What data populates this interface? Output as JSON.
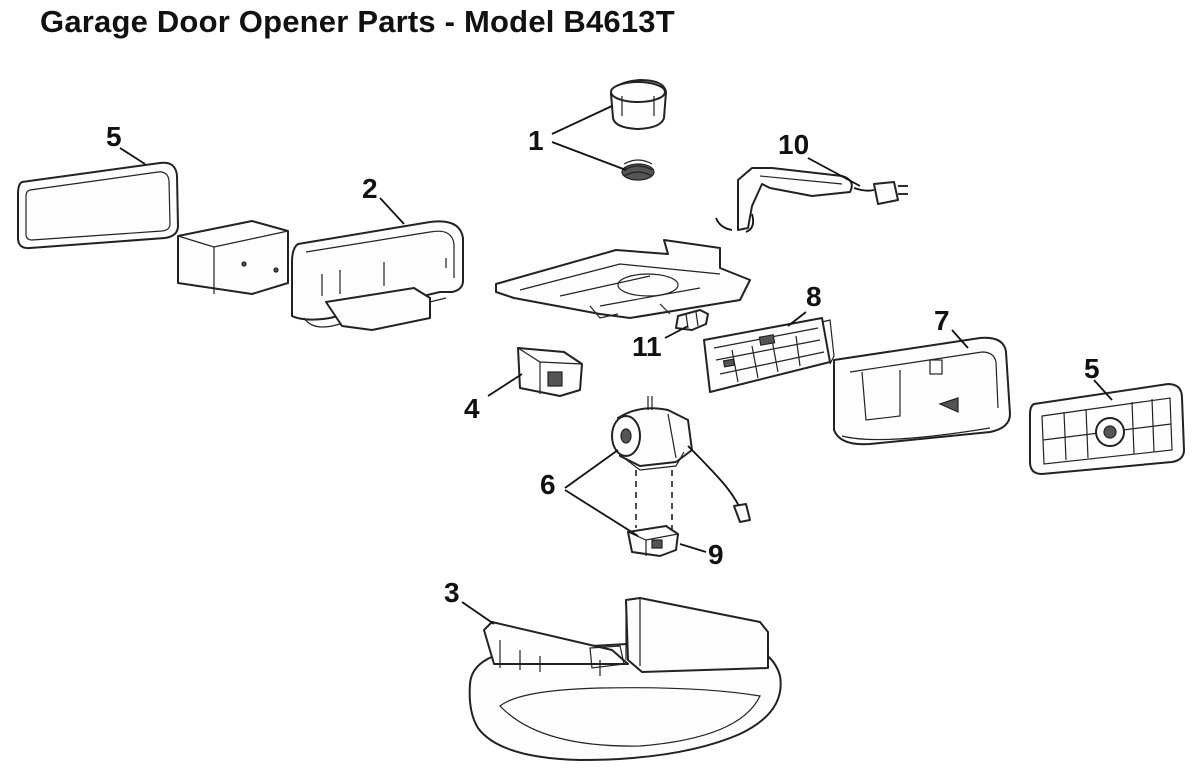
{
  "title": "Garage Door Opener Parts - Model B4613T",
  "callouts": {
    "c1": "1",
    "c2": "2",
    "c3": "3",
    "c4": "4",
    "c5a": "5",
    "c5b": "5",
    "c6": "6",
    "c7": "7",
    "c8": "8",
    "c9": "9",
    "c10": "10",
    "c11": "11"
  },
  "colors": {
    "line": "#222222",
    "background": "#ffffff"
  }
}
